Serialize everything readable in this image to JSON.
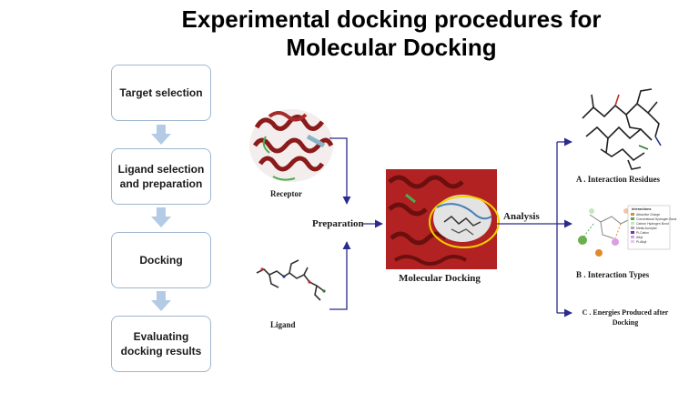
{
  "title": {
    "line1": "Experimental docking procedures for",
    "line2": "Molecular Docking"
  },
  "steps": [
    {
      "label": "Target selection"
    },
    {
      "label": "Ligand selection and preparation"
    },
    {
      "label": "Docking"
    },
    {
      "label": "Evaluating docking results"
    }
  ],
  "figure": {
    "receptor_label": "Receptor",
    "ligand_label": "Ligand",
    "preparation_label": "Preparation",
    "molecular_docking_label": "Molecular Docking",
    "analysis_label": "Analysis",
    "outputs": [
      {
        "label": "A . Interaction  Residues"
      },
      {
        "label": "B . Interaction  Types"
      },
      {
        "label": "C . Energies Produced after Docking"
      }
    ],
    "legend": {
      "title": "Interactions",
      "items": [
        "Attractive Charge",
        "Conventional Hydrogen Bond",
        "Carbon Hydrogen Bond",
        "Metal-Acceptor",
        "Pi-Cation",
        "Alkyl",
        "Pi-Alkyl"
      ]
    }
  },
  "colors": {
    "arrow": "#2b2b8c",
    "box_border": "#9fb6cf",
    "step_arrow": "#b4cbe6",
    "protein": "#8b1a1a"
  }
}
